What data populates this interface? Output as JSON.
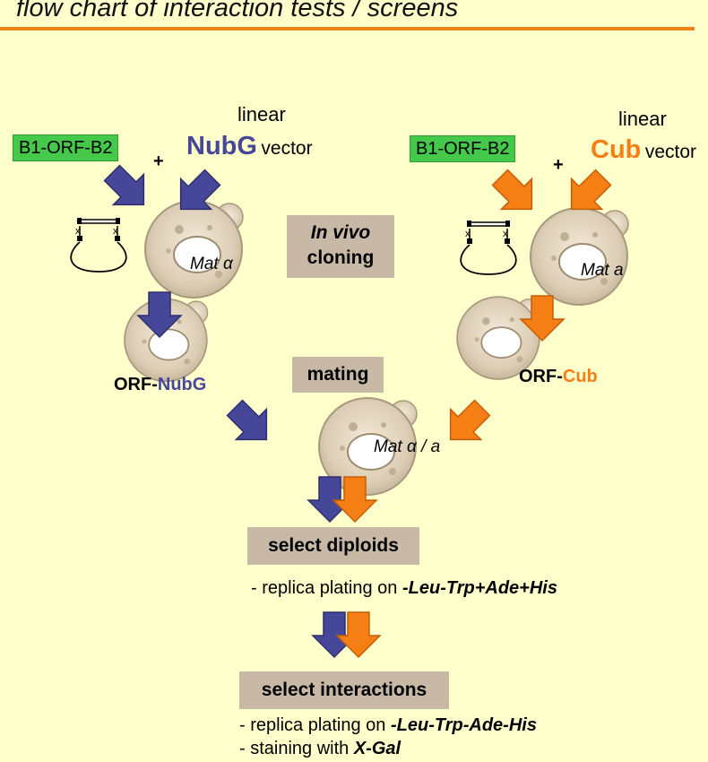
{
  "title": "flow chart of interaction tests / screens",
  "colors": {
    "background": "#FFFFCC",
    "rule": "#F28519",
    "nubg_blue": "#47479A",
    "cub_orange": "#F57F14",
    "green_box": "#44C94A",
    "tan_box": "#C7B9A6"
  },
  "left": {
    "insert_label": "B1-ORF-B2",
    "plus": "+",
    "linear": "linear",
    "vector_name": "NubG",
    "vector_word": "vector",
    "mating_type": "Mat α",
    "product_prefix": "ORF-",
    "product_suffix": "NubG"
  },
  "right": {
    "insert_label": "B1-ORF-B2",
    "plus": "+",
    "linear": "linear",
    "vector_name": "Cub",
    "vector_word": "vector",
    "mating_type": "Mat a",
    "product_prefix": "ORF-",
    "product_suffix": "Cub"
  },
  "steps": {
    "in_vivo_1": "In vivo",
    "in_vivo_2": "cloning",
    "mating": "mating",
    "diploid_mating_type": "Mat α / a",
    "select_diploids": "select diploids",
    "diploid_note_prefix": "- replica plating on ",
    "diploid_note_media": "-Leu-Trp+Ade+His",
    "select_interactions": "select interactions",
    "interaction_note1_prefix": "- replica plating on ",
    "interaction_note1_media": "-Leu-Trp-Ade-His",
    "interaction_note2_prefix": "- staining with ",
    "interaction_note2_reagent": "X-Gal"
  },
  "icons": [
    "yeast-cell-icon",
    "plasmid-icon",
    "arrow-icon"
  ]
}
